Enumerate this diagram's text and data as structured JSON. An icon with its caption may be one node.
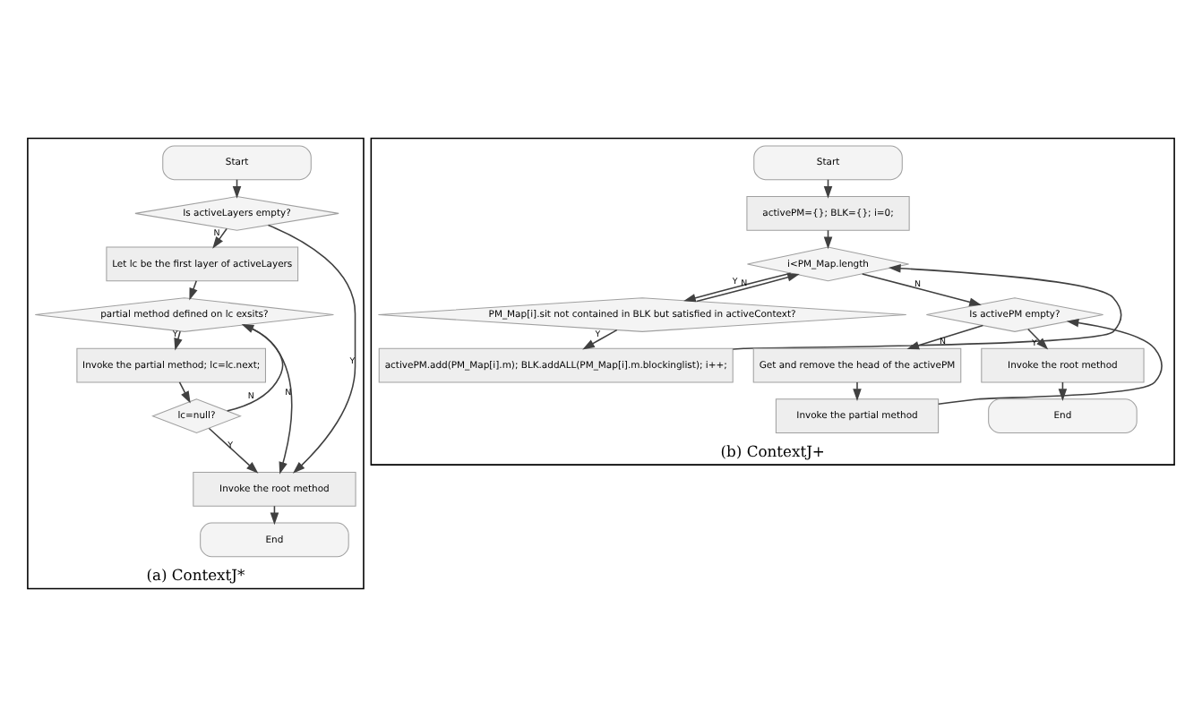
{
  "diagram": {
    "nodes": [
      {
        "text": [
          "(a) ContextJ*"
        ]
      },
      {
        "text": [
          "Start"
        ],
        "in": 0
      },
      {
        "text": [
          "Is activeLayers empty?"
        ],
        "in": 0
      },
      {
        "text": [
          "Let lc be the first layer of activeLayers"
        ],
        "in": 0
      },
      {
        "text": [
          "partial method defined on lc exsits?"
        ],
        "in": 0
      },
      {
        "text": [
          "Invoke the partial method; lc=lc.next;"
        ],
        "in": 0
      },
      {
        "text": [
          "lc=null?"
        ],
        "in": 0
      },
      {
        "text": [
          "Invoke the root method"
        ],
        "in": 0
      },
      {
        "text": [
          "End"
        ],
        "in": 0
      },
      {
        "text": [
          "(b) ContextJ+"
        ]
      },
      {
        "text": [
          "Start"
        ],
        "in": 9
      },
      {
        "text": [
          "activePM={}; BLK={}; i=0;"
        ],
        "in": 9
      },
      {
        "text": [
          "i<PM_Map.length"
        ],
        "in": 9
      },
      {
        "text": [
          "PM_Map[i].sit not contained in BLK but satisfied in activeContext?"
        ],
        "in": 9
      },
      {
        "text": [
          "activePM.add(PM_Map[i].m); BLK.addALL(PM_Map[i].m.blockinglist); i++;"
        ],
        "in": 9
      },
      {
        "text": [
          "Is activePM empty?"
        ],
        "in": 9
      },
      {
        "text": [
          "Get and remove the head of the activePM"
        ],
        "in": 9
      },
      {
        "text": [
          "Invoke the partial method"
        ],
        "in": 9
      },
      {
        "text": [
          "Invoke the root method"
        ],
        "in": 9
      },
      {
        "text": [
          "End"
        ],
        "in": 9
      }
    ],
    "edges": [
      {
        "from": 1,
        "to": 2,
        "arrow": "to"
      },
      {
        "from": 2,
        "to": 3,
        "arrow": "to",
        "label": "N"
      },
      {
        "from": 2,
        "to": 7,
        "arrow": "to",
        "label": "Y"
      },
      {
        "from": 3,
        "to": 4,
        "arrow": "to"
      },
      {
        "from": 4,
        "to": 5,
        "arrow": "to",
        "label": "Y"
      },
      {
        "from": 4,
        "to": 7,
        "arrow": "to",
        "label": "N"
      },
      {
        "from": 5,
        "to": 6,
        "arrow": "to"
      },
      {
        "from": 6,
        "to": 7,
        "arrow": "to",
        "label": "Y"
      },
      {
        "from": 6,
        "to": 4,
        "arrow": "to",
        "label": "N"
      },
      {
        "from": 7,
        "to": 8,
        "arrow": "to"
      },
      {
        "from": 10,
        "to": 11,
        "arrow": "to"
      },
      {
        "from": 11,
        "to": 12,
        "arrow": "to"
      },
      {
        "from": 12,
        "to": 13,
        "arrow": "to",
        "label": "Y"
      },
      {
        "from": 13,
        "to": 14,
        "arrow": "to",
        "label": "Y"
      },
      {
        "from": 13,
        "to": 12,
        "arrow": "to",
        "label": "N"
      },
      {
        "from": 14,
        "to": 12,
        "arrow": "to"
      },
      {
        "from": 12,
        "to": 15,
        "arrow": "to",
        "label": "N"
      },
      {
        "from": 15,
        "to": 16,
        "arrow": "to",
        "label": "N"
      },
      {
        "from": 15,
        "to": 18,
        "arrow": "to",
        "label": "Y"
      },
      {
        "from": 16,
        "to": 17,
        "arrow": "to"
      },
      {
        "from": 17,
        "to": 15,
        "arrow": "to"
      },
      {
        "from": 18,
        "to": 19,
        "arrow": "to"
      }
    ]
  }
}
